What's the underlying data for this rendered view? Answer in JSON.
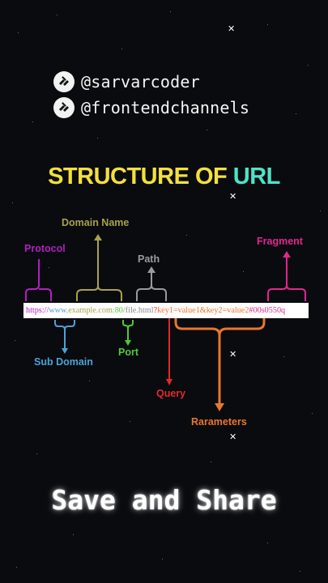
{
  "handles": [
    "@sarvarcoder",
    "@frontendchannels"
  ],
  "title": {
    "part1": "STRUCTURE OF ",
    "part2": "URL"
  },
  "url": {
    "protocol": "https://",
    "subdomain": "www.",
    "domain": "example.com",
    "port": ":80",
    "path": "/file.html",
    "query_mark": "?",
    "params": "key1=value1&key2=value2",
    "fragment": "#00s0550q"
  },
  "labels": {
    "protocol": "Protocol",
    "domain_name": "Domain Name",
    "path": "Path",
    "fragment": "Fragment",
    "sub_domain": "Sub Domain",
    "port": "Port",
    "query": "Query",
    "parameters": "Rarameters"
  },
  "colors": {
    "protocol": "#b21ec2",
    "subdomain": "#4aa3d8",
    "domain": "#a7a24a",
    "port": "#52c83a",
    "path": "#9a9a9a",
    "query": "#e02a2a",
    "params": "#e8762c",
    "fragment": "#e0278f",
    "title_yellow": "#f2e03c",
    "title_teal": "#4de3c6"
  },
  "cta": "Save and Share"
}
